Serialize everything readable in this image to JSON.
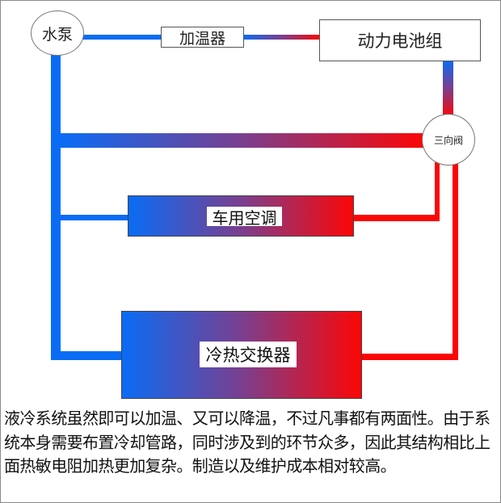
{
  "diagram": {
    "nodes": {
      "pump": "水泵",
      "heater": "加温器",
      "battery": "动力电池组",
      "valve": "三向阀",
      "ac": "车用空调",
      "exchanger": "冷热交换器"
    },
    "colors": {
      "cold": "#0a6cf5",
      "hot": "#fb0606"
    }
  },
  "description": "液冷系统虽然即可以加温、又可以降温，不过凡事都有两面性。由于系统本身需要布置冷却管路，同时涉及到的环节众多，因此其结构相比上面热敏电阻加热更加复杂。制造以及维护成本相对较高。"
}
